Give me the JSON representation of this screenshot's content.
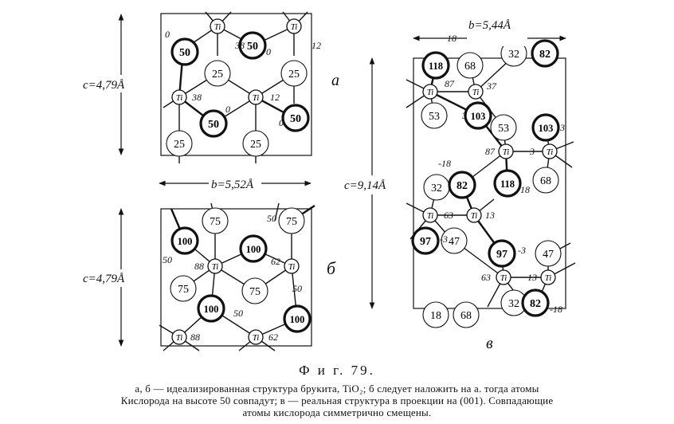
{
  "panels": {
    "a": {
      "label": "а",
      "c_dim": "c=4,79Å",
      "atoms": [
        {
          "kind": "ti",
          "label": "Ti",
          "note": "38"
        },
        {
          "kind": "ti",
          "label": "Ti",
          "note": "12"
        },
        {
          "kind": "o",
          "label": "50",
          "bold": true,
          "note": "0"
        },
        {
          "kind": "o",
          "label": "50",
          "bold": true,
          "note": "0"
        },
        {
          "kind": "o",
          "label": "25"
        },
        {
          "kind": "o",
          "label": "25"
        },
        {
          "kind": "ti",
          "label": "Ti",
          "note": "38"
        },
        {
          "kind": "ti",
          "label": "Ti",
          "note": "12"
        },
        {
          "kind": "o",
          "label": "50",
          "bold": true,
          "note": "0"
        },
        {
          "kind": "o",
          "label": "50",
          "bold": true,
          "note": "0"
        },
        {
          "kind": "o",
          "label": "25"
        },
        {
          "kind": "o",
          "label": "25"
        }
      ]
    },
    "b": {
      "label": "б",
      "b_dim": "b=5,52Å",
      "c_dim": "c=4,79Å",
      "atoms": [
        {
          "kind": "o",
          "label": "75"
        },
        {
          "kind": "o",
          "label": "75",
          "note": "50"
        },
        {
          "kind": "o",
          "label": "100",
          "bold": true
        },
        {
          "kind": "o",
          "label": "100",
          "bold": true
        },
        {
          "kind": "ti",
          "label": "Ti",
          "note": "88"
        },
        {
          "kind": "ti",
          "label": "Ti",
          "note": "62"
        },
        {
          "kind": "o",
          "label": "75",
          "note": "50"
        },
        {
          "kind": "o",
          "label": "75"
        },
        {
          "kind": "o",
          "label": "100",
          "bold": true,
          "note": "50"
        },
        {
          "kind": "o",
          "label": "100",
          "bold": true,
          "note": "50"
        },
        {
          "kind": "ti",
          "label": "Ti",
          "note": "88"
        },
        {
          "kind": "ti",
          "label": "Ti",
          "note": "62"
        }
      ]
    },
    "c": {
      "label": "в",
      "b_dim": "b=5,44Å",
      "c_dim": "c=9,14Å",
      "atoms": [
        {
          "kind": "o",
          "label": "118",
          "bold": true,
          "note": "18"
        },
        {
          "kind": "o",
          "label": "68"
        },
        {
          "kind": "o",
          "label": "32"
        },
        {
          "kind": "o",
          "label": "82",
          "bold": true
        },
        {
          "kind": "ti",
          "label": "Ti",
          "note": "87"
        },
        {
          "kind": "ti",
          "label": "Ti",
          "note": "37"
        },
        {
          "kind": "o",
          "label": "53"
        },
        {
          "kind": "o",
          "label": "103",
          "bold": true,
          "note": "3"
        },
        {
          "kind": "o",
          "label": "53"
        },
        {
          "kind": "o",
          "label": "103",
          "bold": true,
          "note": "3"
        },
        {
          "kind": "ti",
          "label": "Ti",
          "note": "87"
        },
        {
          "kind": "ti",
          "label": "Ti",
          "note": "3"
        },
        {
          "kind": "o",
          "label": "32"
        },
        {
          "kind": "o",
          "label": "82",
          "bold": true,
          "note": "-18"
        },
        {
          "kind": "o",
          "label": "118",
          "bold": true,
          "note": "18"
        },
        {
          "kind": "o",
          "label": "68"
        },
        {
          "kind": "ti",
          "label": "Ti",
          "note": "63"
        },
        {
          "kind": "ti",
          "label": "Ti",
          "note": "13"
        },
        {
          "kind": "o",
          "label": "97",
          "bold": true,
          "note": "-3"
        },
        {
          "kind": "o",
          "label": "47"
        },
        {
          "kind": "o",
          "label": "97",
          "bold": true,
          "note": "-3"
        },
        {
          "kind": "o",
          "label": "47"
        },
        {
          "kind": "ti",
          "label": "Ti",
          "note": "63"
        },
        {
          "kind": "ti",
          "label": "Ti",
          "note": "13"
        },
        {
          "kind": "o",
          "label": "32"
        },
        {
          "kind": "o",
          "label": "82",
          "bold": true,
          "note": "-18"
        },
        {
          "kind": "o",
          "label": "18"
        },
        {
          "kind": "o",
          "label": "68"
        }
      ]
    }
  },
  "caption": {
    "title": "Ф и г. 79.",
    "line1": "а, б — идеализированная структура брукита, TiO₂; б следует наложить на а. тогда атомы",
    "line2": "Кислорода на высоте 50 совпадут; в — реальная структура в проекции на (001). Совпадающие",
    "line3": "атомы кислорода симметрично смещены."
  }
}
